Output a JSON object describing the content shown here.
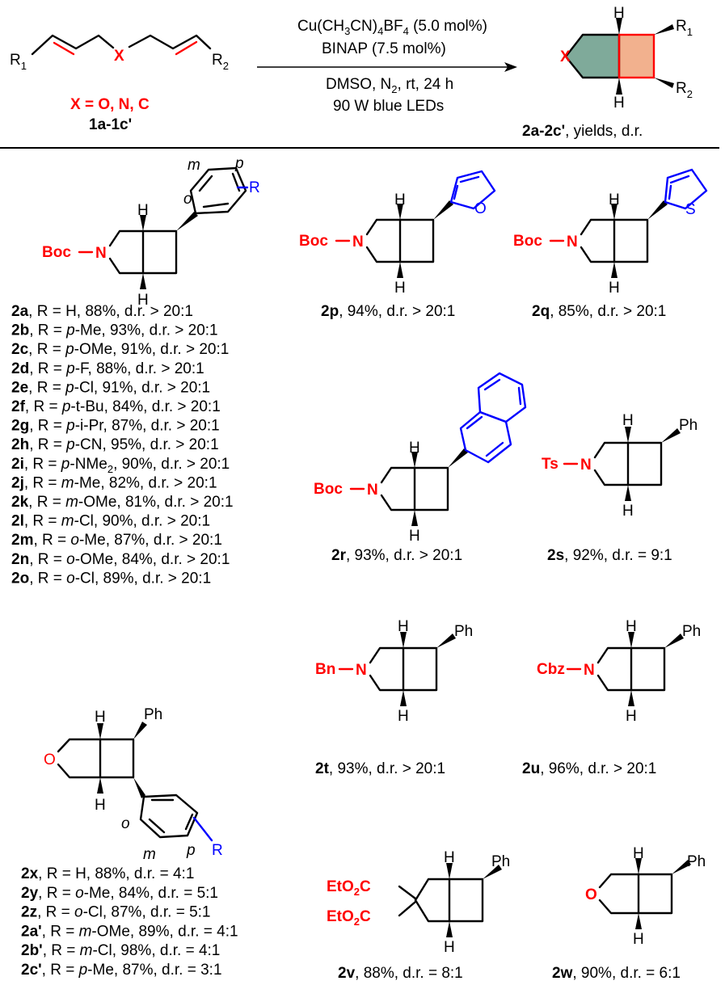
{
  "scheme": {
    "substrate": {
      "r1": "R",
      "r1_sub": "1",
      "x": "X",
      "r2": "R",
      "r2_sub": "2",
      "x_def": "X = O, N, C",
      "id": "1a-1c'"
    },
    "conditions": {
      "line1_pre": "Cu(CH",
      "line1_s1": "3",
      "line1_mid": "CN)",
      "line1_s2": "4",
      "line1_post": "BF",
      "line1_s3": "4",
      "line1_end": " (5.0 mol%)",
      "line2": "BINAP (7.5 mol%)",
      "line3_pre": "DMSO, N",
      "line3_s1": "2",
      "line3_post": ", rt, 24 h",
      "line4": "90 W blue LEDs"
    },
    "product": {
      "x": "X",
      "h_top": "H",
      "h_bot": "H",
      "r1": "R",
      "r1_sub": "1",
      "r2": "R",
      "r2_sub": "2",
      "id_bold": "2a-2c'",
      "id_rest": ", yields, d.r."
    },
    "colors": {
      "red": "#ff0000",
      "blue": "#0000ff",
      "fill_green": "#7faa9a",
      "fill_orange": "#f2b18e"
    }
  },
  "aryl_series": {
    "structure": {
      "boc": "Boc",
      "n": "N",
      "h": "H",
      "o": "o",
      "m": "m",
      "p": "p",
      "r": "R"
    },
    "entries": [
      {
        "id": "2a",
        "text": ", R = H, 88%, d.r. > 20:1"
      },
      {
        "id": "2b",
        "pre": ", R = ",
        "pos": "p",
        "text": "-Me, 93%, d.r. > 20:1"
      },
      {
        "id": "2c",
        "pre": ", R = ",
        "pos": "p",
        "text": "-OMe, 91%, d.r. > 20:1"
      },
      {
        "id": "2d",
        "pre": ", R = ",
        "pos": "p",
        "text": "-F, 88%, d.r. > 20:1"
      },
      {
        "id": "2e",
        "pre": ", R = ",
        "pos": "p",
        "text": "-Cl, 91%, d.r. > 20:1"
      },
      {
        "id": "2f",
        "pre": ", R = ",
        "pos": "p",
        "text": "-t-Bu, 84%, d.r. > 20:1"
      },
      {
        "id": "2g",
        "pre": ", R = ",
        "pos": "p",
        "text": "-i-Pr, 87%, d.r. > 20:1"
      },
      {
        "id": "2h",
        "pre": ", R = ",
        "pos": "p",
        "text": "-CN, 95%, d.r. > 20:1"
      },
      {
        "id": "2i",
        "pre": ", R = ",
        "pos": "p",
        "text": "-NMe",
        "sub": "2",
        "post": ", 90%, d.r. > 20:1"
      },
      {
        "id": "2j",
        "pre": ", R = ",
        "pos": "m",
        "text": "-Me, 82%, d.r. > 20:1"
      },
      {
        "id": "2k",
        "pre": ", R = ",
        "pos": "m",
        "text": "-OMe, 81%, d.r. > 20:1"
      },
      {
        "id": "2l",
        "pre": ", R = ",
        "pos": "m",
        "text": "-Cl, 90%, d.r. > 20:1"
      },
      {
        "id": "2m",
        "pre": ", R = ",
        "pos": "o",
        "text": "-Me, 87%, d.r. > 20:1"
      },
      {
        "id": "2n",
        "pre": ", R = ",
        "pos": "o",
        "text": "-OMe, 84%, d.r. > 20:1"
      },
      {
        "id": "2o",
        "pre": ", R = ",
        "pos": "o",
        "text": "-Cl, 89%, d.r. > 20:1"
      }
    ]
  },
  "products": {
    "p2p": {
      "id": "2p",
      "rest": ", 94%, d.r. > 20:1",
      "group": "Boc",
      "n": "N",
      "het": "O",
      "h": "H"
    },
    "p2q": {
      "id": "2q",
      "rest": ", 85%, d.r. > 20:1",
      "group": "Boc",
      "n": "N",
      "het": "S",
      "h": "H"
    },
    "p2r": {
      "id": "2r",
      "rest": ", 93%, d.r. > 20:1",
      "group": "Boc",
      "n": "N",
      "h": "H"
    },
    "p2s": {
      "id": "2s",
      "rest": ", 92%, d.r. = 9:1",
      "group": "Ts",
      "n": "N",
      "ph": "Ph",
      "h": "H"
    },
    "p2t": {
      "id": "2t",
      "rest": ", 93%, d.r. > 20:1",
      "group": "Bn",
      "n": "N",
      "ph": "Ph",
      "h": "H"
    },
    "p2u": {
      "id": "2u",
      "rest": ", 96%, d.r. > 20:1",
      "group": "Cbz",
      "n": "N",
      "ph": "Ph",
      "h": "H"
    },
    "p2v": {
      "id": "2v",
      "rest": ", 88%, d.r. = 8:1",
      "ester_pre": "EtO",
      "ester_sub": "2",
      "ester_post": "C",
      "ph": "Ph",
      "h": "H"
    },
    "p2w": {
      "id": "2w",
      "rest": ", 90%, d.r. = 6:1",
      "o": "O",
      "ph": "Ph",
      "h": "H"
    }
  },
  "oxa_series": {
    "structure": {
      "o_atom": "O",
      "ph": "Ph",
      "h": "H",
      "o": "o",
      "m": "m",
      "p": "p",
      "r": "R"
    },
    "entries": [
      {
        "id": "2x",
        "text": ", R = H,  88%, d.r. = 4:1"
      },
      {
        "id": "2y",
        "pre": ", R = ",
        "pos": "o",
        "text": "-Me, 84%, d.r. = 5:1"
      },
      {
        "id": "2z",
        "pre": ", R = ",
        "pos": "o",
        "text": "-Cl, 87%, d.r. = 5:1"
      },
      {
        "id": "2a'",
        "pre": ", R = ",
        "pos": "m",
        "text": "-OMe, 89%, d.r. = 4:1"
      },
      {
        "id": "2b'",
        "pre": ", R = ",
        "pos": "m",
        "text": "-Cl, 98%, d.r. = 4:1"
      },
      {
        "id": "2c'",
        "pre": ", R = ",
        "pos": "p",
        "text": "-Me, 87%, d.r. = 3:1"
      }
    ]
  }
}
